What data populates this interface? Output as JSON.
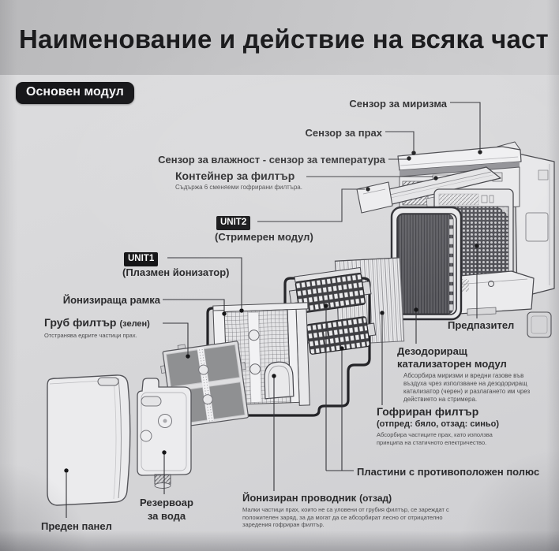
{
  "page": {
    "title": "Наименование и действие на всяка част",
    "section_badge": "Основен модул"
  },
  "colors": {
    "background": "#d6d6d8",
    "title_band": "#c5c5c7",
    "badge_bg": "#17171a",
    "label_text": "#2b2b2d",
    "desc_text": "#4c4c4e",
    "leader_line": "#35353a",
    "thick_outline": "#232327",
    "fan_dark": "#515157",
    "catalyst_dark": "#616166",
    "filter_cell_gray": "#8f9092"
  },
  "labels": {
    "odor_sensor": "Сензор за миризма",
    "dust_sensor": "Сензор за прах",
    "humidity_temp_sensor": "Сензор за влажност - сензор за температура",
    "filter_container_title": "Контейнер за филтър",
    "filter_container_desc": "Съдържа 6 сменяеми гофрирани филтъра.",
    "unit2_badge": "UNIT2",
    "unit2_caption": "(Стримерен модул)",
    "unit1_badge": "UNIT1",
    "unit1_caption": "(Плазмен йонизатор)",
    "ionizing_frame": "Йонизираща рамка",
    "coarse_filter_title": "Груб филтър",
    "coarse_filter_suffix": "(зелен)",
    "coarse_filter_desc": "Отстранява едрите частици прах.",
    "guard": "Предпазител",
    "deodorizing_title_line1": "Дезодориращ",
    "deodorizing_title_line2": "катализаторен модул",
    "deodorizing_desc": "Абсорбира миризми и вредни газове във въздуха чрез използване на дезодориращ катализатор (черен) и разлагането им чрез действието на стримера.",
    "pleated_filter_title": "Гофриран филтър",
    "pleated_filter_subtitle": "(отпред: бяло, отзад: синьо)",
    "pleated_filter_desc": "Абсорбира частиците прах, като използва принципа на статичното електричество.",
    "opposite_plates": "Пластини с противоположен полюс",
    "ionized_conductor_title": "Йонизиран проводник",
    "ionized_conductor_suffix": "(отзад)",
    "ionized_conductor_desc": "Малки частици прах, които не са уловени от грубия филтър, се зареждат с положителен заряд, за да могат да се абсорбират лесно от отрицателно заредения гофриран филтър.",
    "water_tank_line1": "Резервоар",
    "water_tank_line2": "за вода",
    "front_panel": "Преден панел"
  }
}
